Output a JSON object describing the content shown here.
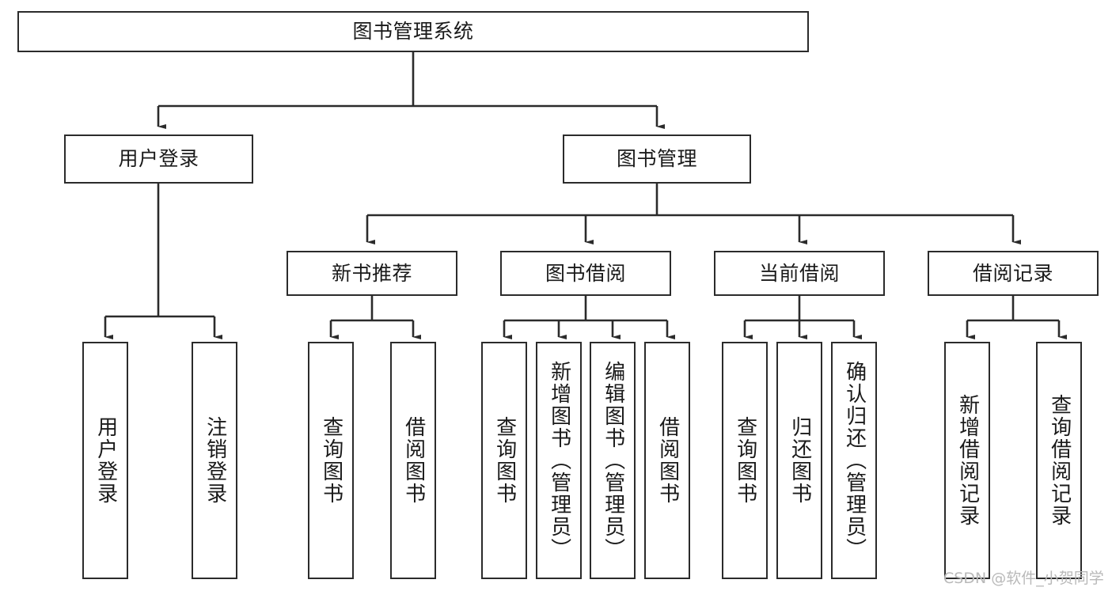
{
  "diagram": {
    "title": "图书管理系统",
    "type": "tree-hierarchy",
    "theme": {
      "background": "#ffffff",
      "border": "#2b2b2b",
      "text": "#1a1a1a",
      "edge": "#2b2b2b",
      "watermark": "#b9b9b9"
    },
    "nodes": {
      "root": {
        "label": "图书管理系统"
      },
      "level2": [
        {
          "label": "用户登录"
        },
        {
          "label": "图书管理"
        }
      ],
      "level3": [
        {
          "label": "新书推荐"
        },
        {
          "label": "图书借阅"
        },
        {
          "label": "当前借阅"
        },
        {
          "label": "借阅记录"
        }
      ],
      "leaves": {
        "user_login": [
          {
            "label": "用户登录"
          },
          {
            "label": "注销登录"
          }
        ],
        "new_book": [
          {
            "label": "查询图书"
          },
          {
            "label": "借阅图书"
          }
        ],
        "book_borrow": [
          {
            "label": "查询图书"
          },
          {
            "label": "新增图书（管理员）"
          },
          {
            "label": "编辑图书（管理员）"
          },
          {
            "label": "借阅图书"
          }
        ],
        "current_borrow": [
          {
            "label": "查询图书"
          },
          {
            "label": "归还图书"
          },
          {
            "label": "确认归还（管理员）"
          }
        ],
        "borrow_record": [
          {
            "label": "新增借阅记录"
          },
          {
            "label": "查询借阅记录"
          }
        ]
      }
    },
    "watermark": "CSDN @软件_小贺同学"
  }
}
